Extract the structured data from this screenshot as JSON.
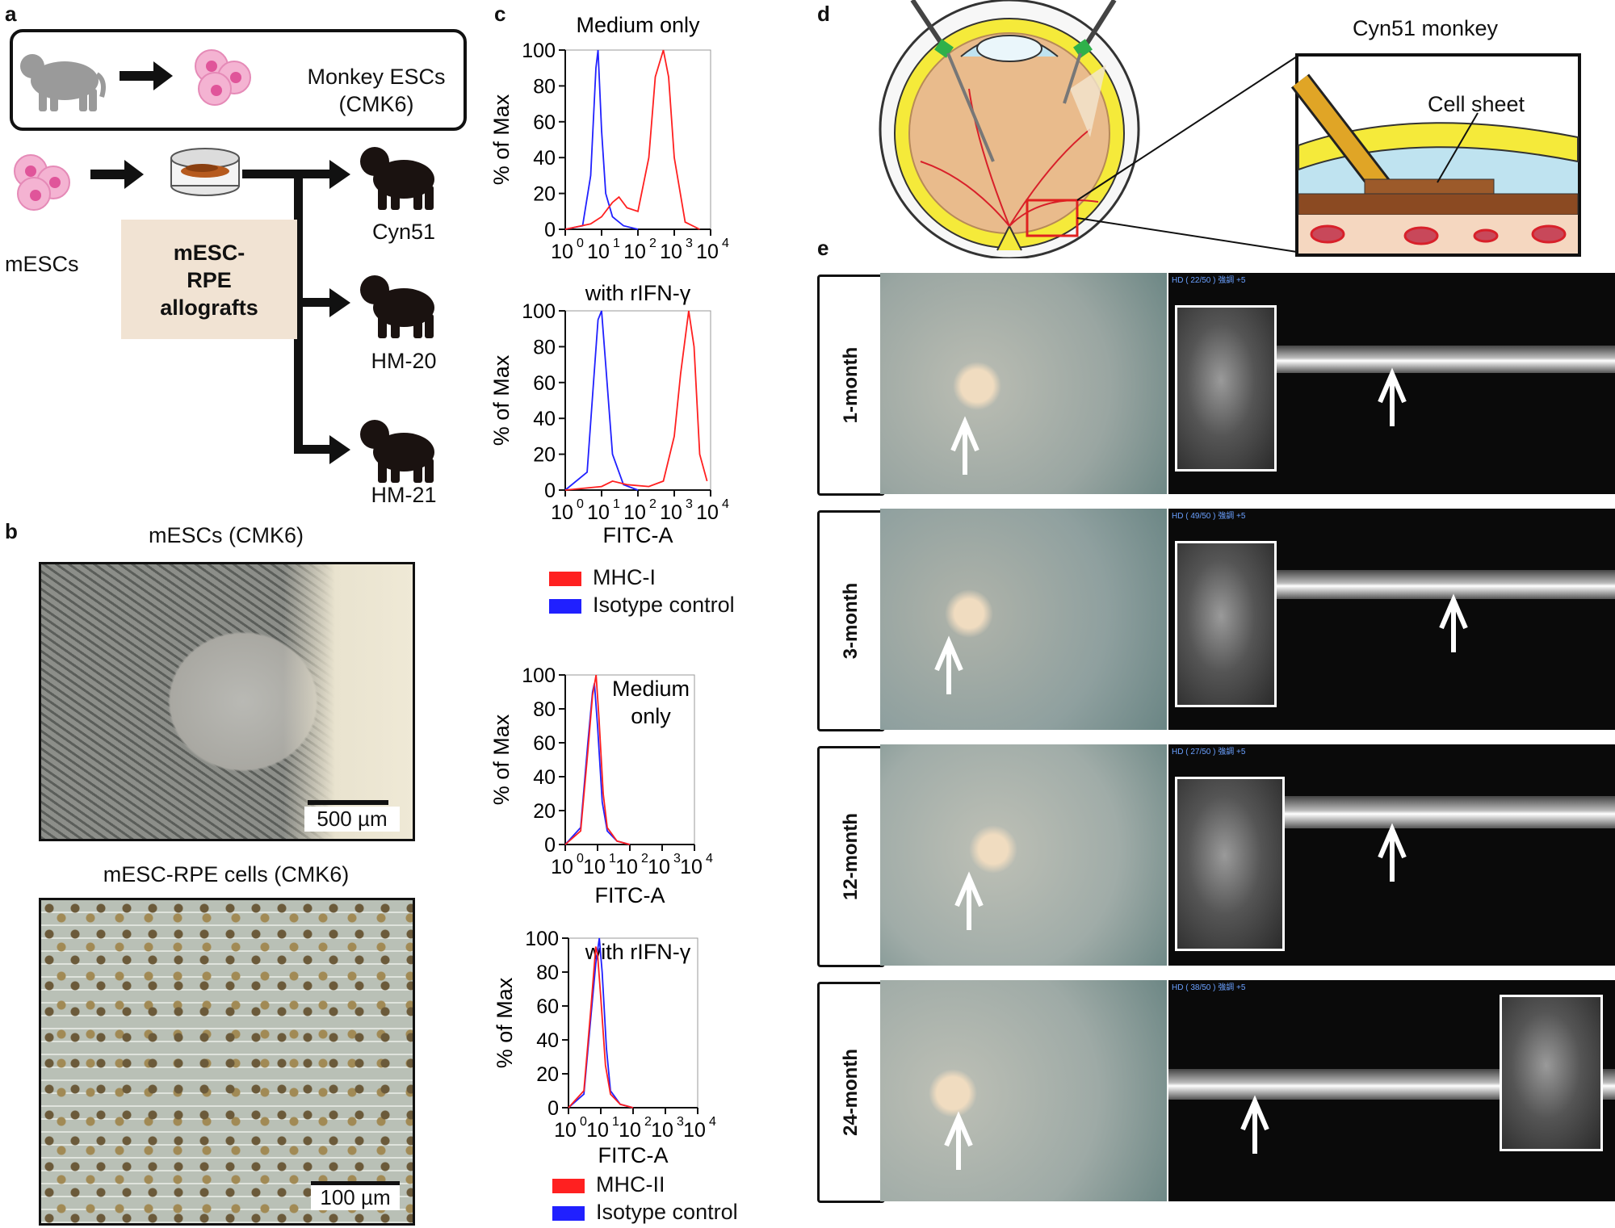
{
  "panel_labels": {
    "a": "a",
    "b": "b",
    "c": "c",
    "d": "d",
    "e": "e"
  },
  "panel_a": {
    "monkey_escs_line1": "Monkey ESCs",
    "monkey_escs_line2": "(CMK6)",
    "mescs_label": "mESCs",
    "allograft_line1": "mESC-",
    "allograft_line2": "RPE",
    "allograft_line3": "allografts",
    "recipients": [
      "Cyn51",
      "HM-20",
      "HM-21"
    ],
    "colors": {
      "box_fill": "#f1e3d3",
      "cell_pink": "#f2a3c8",
      "monkey_gray": "#9a9a9a",
      "monkey_black": "#1a1210"
    }
  },
  "panel_b": {
    "top_title": "mESCs (CMK6)",
    "top_scale": "500 µm",
    "bottom_title": "mESC-RPE cells (CMK6)",
    "bottom_scale": "100 µm"
  },
  "panel_c": {
    "legend1": [
      {
        "name": "MHC-I",
        "color": "#ff2020"
      },
      {
        "name": "Isotype control",
        "color": "#2020ff"
      }
    ],
    "legend2": [
      {
        "name": "MHC-II",
        "color": "#ff2020"
      },
      {
        "name": "Isotype control",
        "color": "#2020ff"
      }
    ]
  },
  "chart_data": [
    {
      "type": "line",
      "title": "Medium only",
      "xlabel": "",
      "ylabel": "% of Max",
      "xscale": "log",
      "xlim": [
        1,
        10000
      ],
      "ylim": [
        0,
        100
      ],
      "xticklabels": [
        "10",
        "10",
        "10",
        "10",
        "10"
      ],
      "xtick_exponents": [
        "0",
        "1",
        "2",
        "3",
        "4"
      ],
      "yticks": [
        "0",
        "20",
        "40",
        "60",
        "80",
        "100"
      ],
      "series": [
        {
          "name": "Isotype control",
          "color": "#2020ff",
          "x": [
            1,
            3,
            5,
            7,
            8,
            10,
            13,
            20,
            40,
            100
          ],
          "y": [
            0,
            2,
            30,
            90,
            100,
            55,
            20,
            7,
            2,
            0
          ]
        },
        {
          "name": "MHC-I",
          "color": "#ff2020",
          "x": [
            1,
            5,
            10,
            20,
            30,
            50,
            100,
            200,
            300,
            500,
            700,
            1000,
            2000,
            5000
          ],
          "y": [
            0,
            3,
            7,
            15,
            18,
            12,
            10,
            40,
            85,
            100,
            85,
            40,
            4,
            0
          ]
        }
      ]
    },
    {
      "type": "line",
      "title": "with rIFN-γ",
      "xlabel": "FITC-A",
      "ylabel": "% of Max",
      "xscale": "log",
      "xlim": [
        1,
        10000
      ],
      "ylim": [
        0,
        100
      ],
      "xticklabels": [
        "10",
        "10",
        "10",
        "10",
        "10"
      ],
      "xtick_exponents": [
        "0",
        "1",
        "2",
        "3",
        "4"
      ],
      "yticks": [
        "0",
        "20",
        "40",
        "60",
        "80",
        "100"
      ],
      "series": [
        {
          "name": "Isotype control",
          "color": "#2020ff",
          "x": [
            1,
            4,
            6,
            8,
            10,
            13,
            20,
            40,
            100
          ],
          "y": [
            0,
            10,
            60,
            95,
            100,
            70,
            20,
            3,
            0
          ]
        },
        {
          "name": "MHC-I",
          "color": "#ff2020",
          "x": [
            1,
            10,
            20,
            50,
            200,
            500,
            1000,
            1500,
            2500,
            3500,
            5000,
            8000
          ],
          "y": [
            0,
            2,
            5,
            3,
            2,
            5,
            30,
            65,
            100,
            80,
            20,
            5
          ]
        }
      ]
    },
    {
      "type": "line",
      "title": "",
      "annotation": "Medium only",
      "xlabel": "FITC-A",
      "ylabel": "% of Max",
      "xscale": "log",
      "xlim": [
        1,
        10000
      ],
      "ylim": [
        0,
        100
      ],
      "xticklabels": [
        "10",
        "10",
        "10",
        "10",
        "10"
      ],
      "xtick_exponents": [
        "0",
        "1",
        "2",
        "3",
        "4"
      ],
      "yticks": [
        "0",
        "20",
        "40",
        "60",
        "80",
        "100"
      ],
      "series": [
        {
          "name": "Isotype control",
          "color": "#2020ff",
          "x": [
            1,
            3,
            5,
            7,
            8,
            10,
            14,
            20,
            40,
            100
          ],
          "y": [
            0,
            10,
            60,
            90,
            95,
            70,
            25,
            8,
            2,
            0
          ]
        },
        {
          "name": "MHC-II",
          "color": "#ff2020",
          "x": [
            1,
            3,
            5,
            7,
            9,
            11,
            15,
            20,
            40,
            100
          ],
          "y": [
            0,
            8,
            55,
            88,
            100,
            75,
            30,
            10,
            2,
            0
          ]
        }
      ]
    },
    {
      "type": "line",
      "title": "",
      "annotation": "with rIFN-γ",
      "xlabel": "FITC-A",
      "ylabel": "% of Max",
      "xscale": "log",
      "xlim": [
        1,
        10000
      ],
      "ylim": [
        0,
        100
      ],
      "xticklabels": [
        "10",
        "10",
        "10",
        "10",
        "10"
      ],
      "xtick_exponents": [
        "0",
        "1",
        "2",
        "3",
        "4"
      ],
      "yticks": [
        "0",
        "20",
        "40",
        "60",
        "80",
        "100"
      ],
      "series": [
        {
          "name": "Isotype control",
          "color": "#2020ff",
          "x": [
            1,
            3,
            5,
            7,
            9,
            11,
            15,
            20,
            40,
            100
          ],
          "y": [
            0,
            8,
            55,
            85,
            100,
            80,
            35,
            10,
            2,
            0
          ]
        },
        {
          "name": "MHC-II",
          "color": "#ff2020",
          "x": [
            1,
            3,
            5,
            7,
            8,
            10,
            14,
            20,
            40,
            100
          ],
          "y": [
            0,
            10,
            60,
            95,
            90,
            65,
            25,
            8,
            2,
            0
          ]
        }
      ]
    }
  ],
  "panel_d": {
    "title": "Cyn51 monkey",
    "cell_sheet": "Cell sheet",
    "colors": {
      "retina": "#e9bb8c",
      "sclera_yellow": "#f5ea3a",
      "vitreous_blue": "#bfe3f0",
      "rpe_brown": "#8b4a22",
      "choroid": "#f5d7c0",
      "vessel": "#d8202a",
      "highlight_box": "#e02020"
    }
  },
  "panel_e": {
    "timepoints": [
      {
        "label": "1-month",
        "oct_header": "HD ( 22/50 ) 強調 +5"
      },
      {
        "label": "3-month",
        "oct_header": "HD ( 49/50 ) 強調 +5"
      },
      {
        "label": "12-month",
        "oct_header": "HD ( 27/50 ) 強調 +5"
      },
      {
        "label": "24-month",
        "oct_header": "HD ( 38/50 ) 強調 +5"
      }
    ]
  }
}
